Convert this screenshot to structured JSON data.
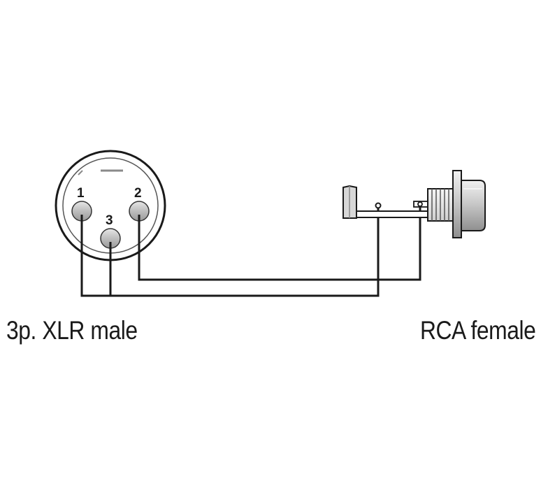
{
  "xlr_connector": {
    "caption": "3p. XLR male",
    "pins": [
      {
        "number": "1"
      },
      {
        "number": "2"
      },
      {
        "number": "3"
      }
    ]
  },
  "rca_connector": {
    "caption": "RCA female"
  },
  "colors": {
    "line": "#1a1a1a",
    "pin_fill": "#c8c8c8",
    "body_fill": "#d9d9d9",
    "background": "#ffffff"
  }
}
